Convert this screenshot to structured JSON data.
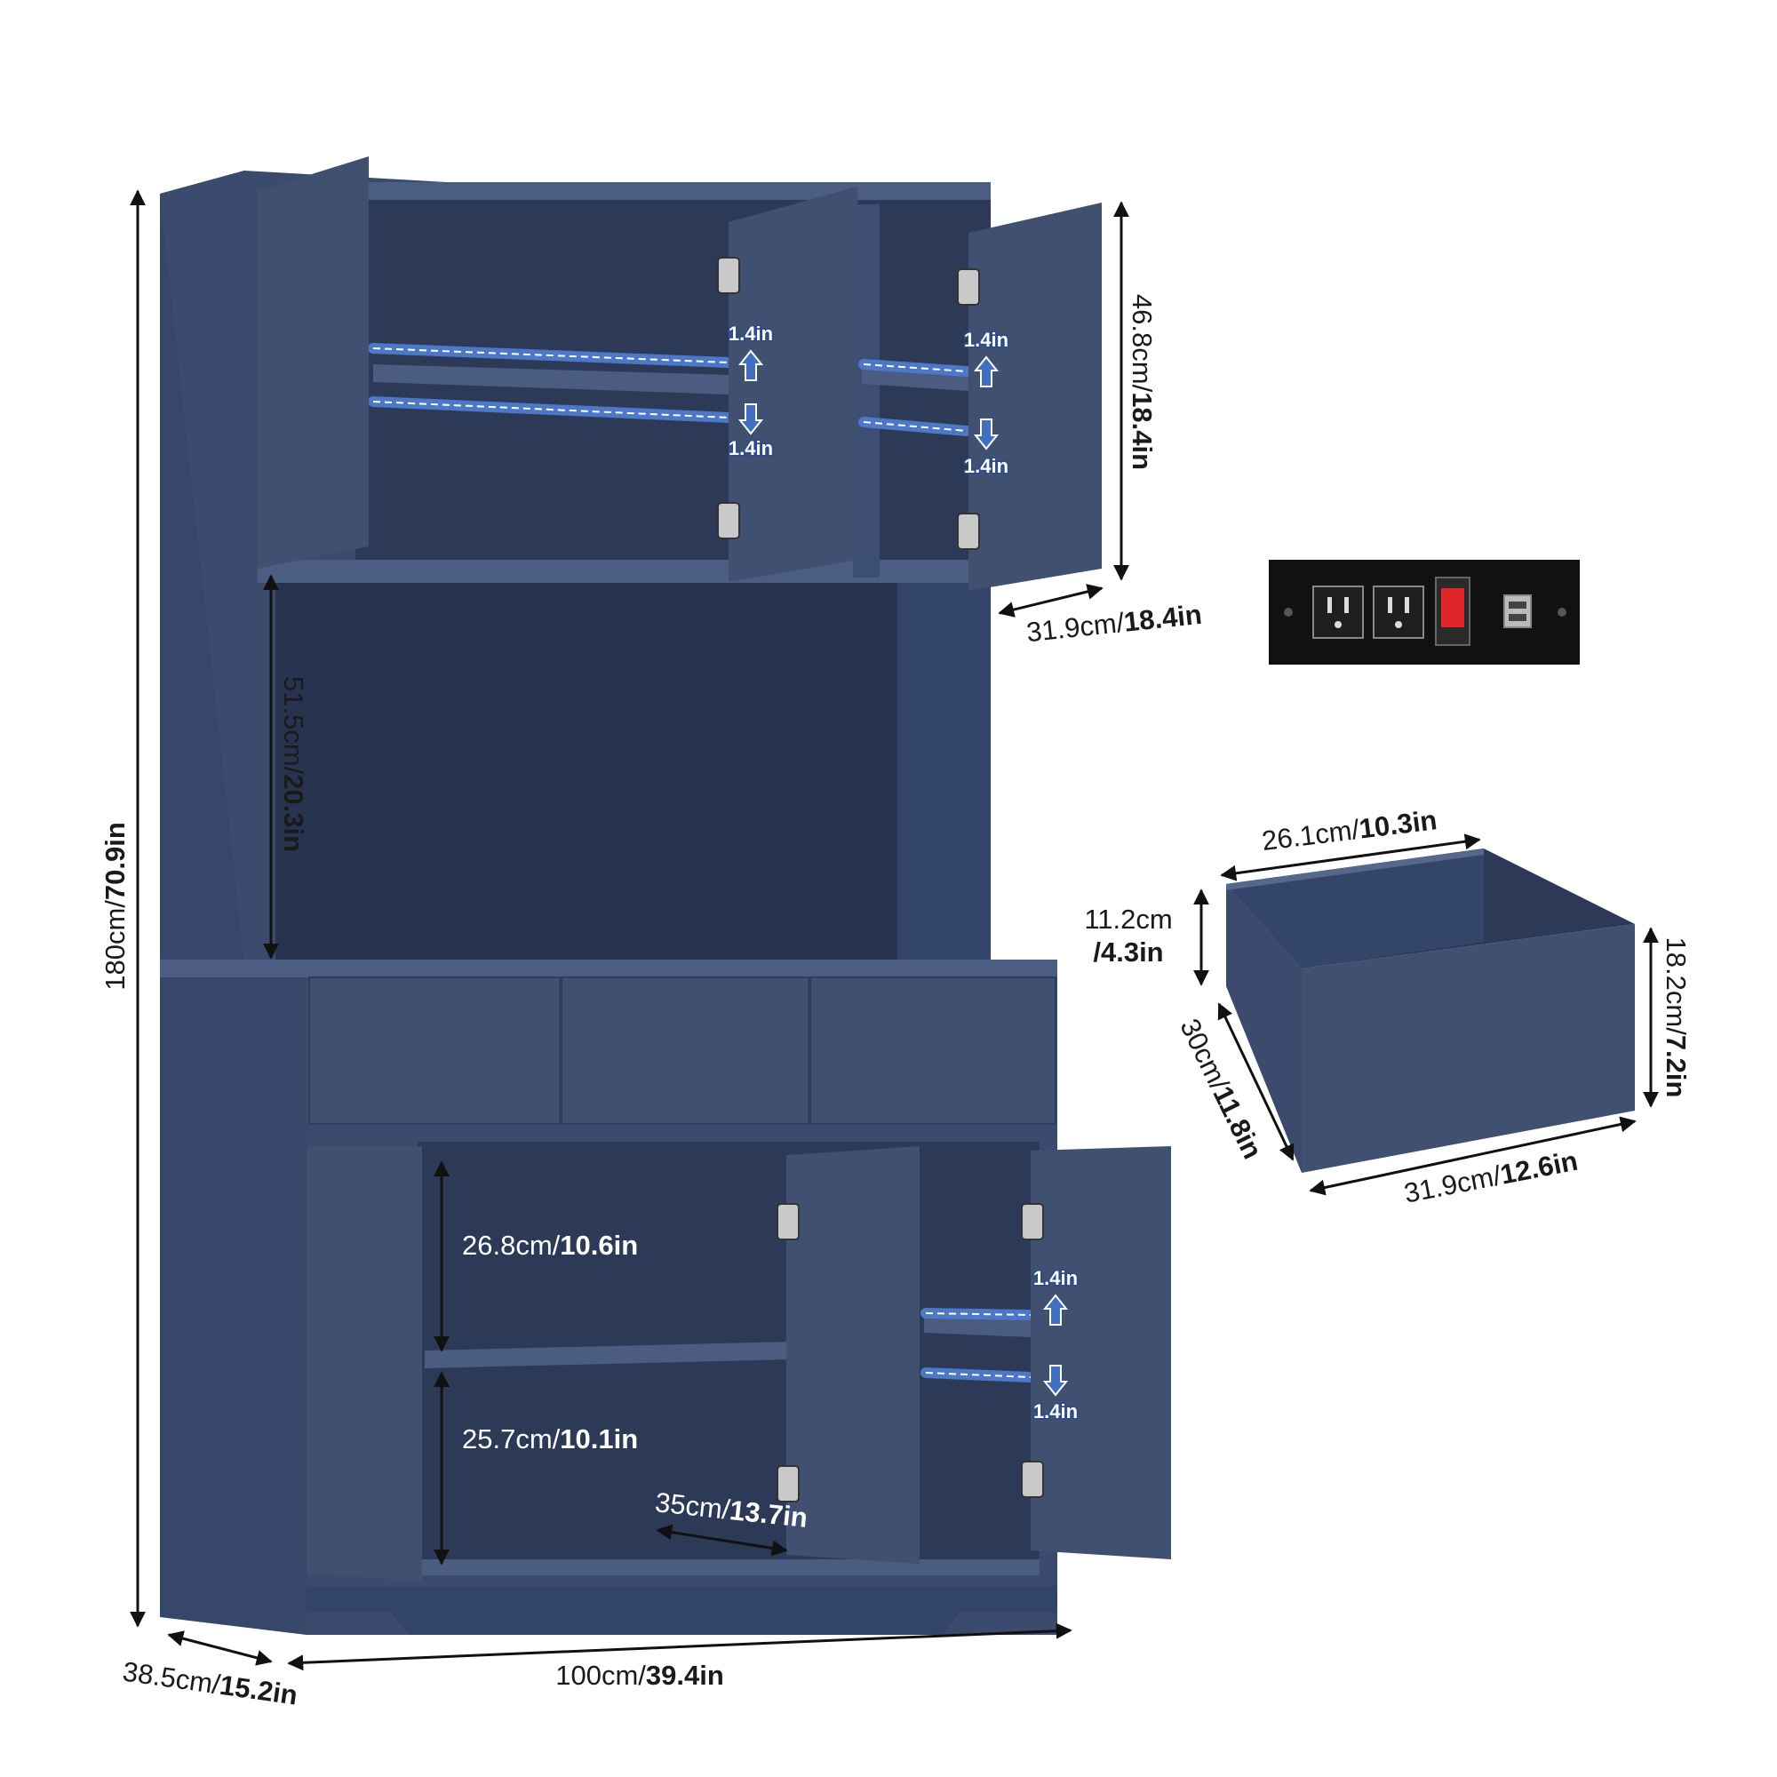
{
  "colors": {
    "cabinet_front": "#3f5070",
    "cabinet_side": "#36476a",
    "cabinet_inner": "#2c3a58",
    "cabinet_back": "#293551",
    "edge_light": "#55688c",
    "led_strip": "#4d78c8",
    "arrow_blue": "#3f6fc0",
    "power_strip": "#111111",
    "switch_red": "#e0262a"
  },
  "dimensions": {
    "total_height": {
      "cm": "180cm/",
      "in": "70.9in"
    },
    "upper_cabinet_height": {
      "cm": "46.8cm/",
      "in": "18.4in"
    },
    "upper_cabinet_depth": {
      "cm": "31.9cm/",
      "in": "18.4in"
    },
    "open_space_height": {
      "cm": "51.5cm/",
      "in": "20.3in"
    },
    "lower_upper_shelf": {
      "cm": "26.8cm/",
      "in": "10.6in"
    },
    "lower_lower_shelf": {
      "cm": "25.7cm/",
      "in": "10.1in"
    },
    "lower_shelf_width": {
      "cm": "35cm/",
      "in": "13.7in"
    },
    "total_width": {
      "cm": "100cm/",
      "in": "39.4in"
    },
    "total_depth": {
      "cm": "38.5cm/",
      "in": "15.2in"
    },
    "drawer_width": {
      "cm": "26.1cm/",
      "in": "10.3in"
    },
    "drawer_inner_height": {
      "cm": "11.2cm",
      "in": "/4.3in"
    },
    "drawer_front_height": {
      "cm": "18.2cm/",
      "in": "7.2in"
    },
    "drawer_depth": {
      "cm": "30cm/",
      "in": "11.8in"
    },
    "drawer_length": {
      "cm": "31.9cm/",
      "in": "12.6in"
    }
  },
  "shelf_adjust_label": "1.4in",
  "icons": [
    "power-outlet-icon",
    "power-switch-icon",
    "usb-port-icon",
    "hinge-icon",
    "up-arrow-icon",
    "down-arrow-icon"
  ]
}
